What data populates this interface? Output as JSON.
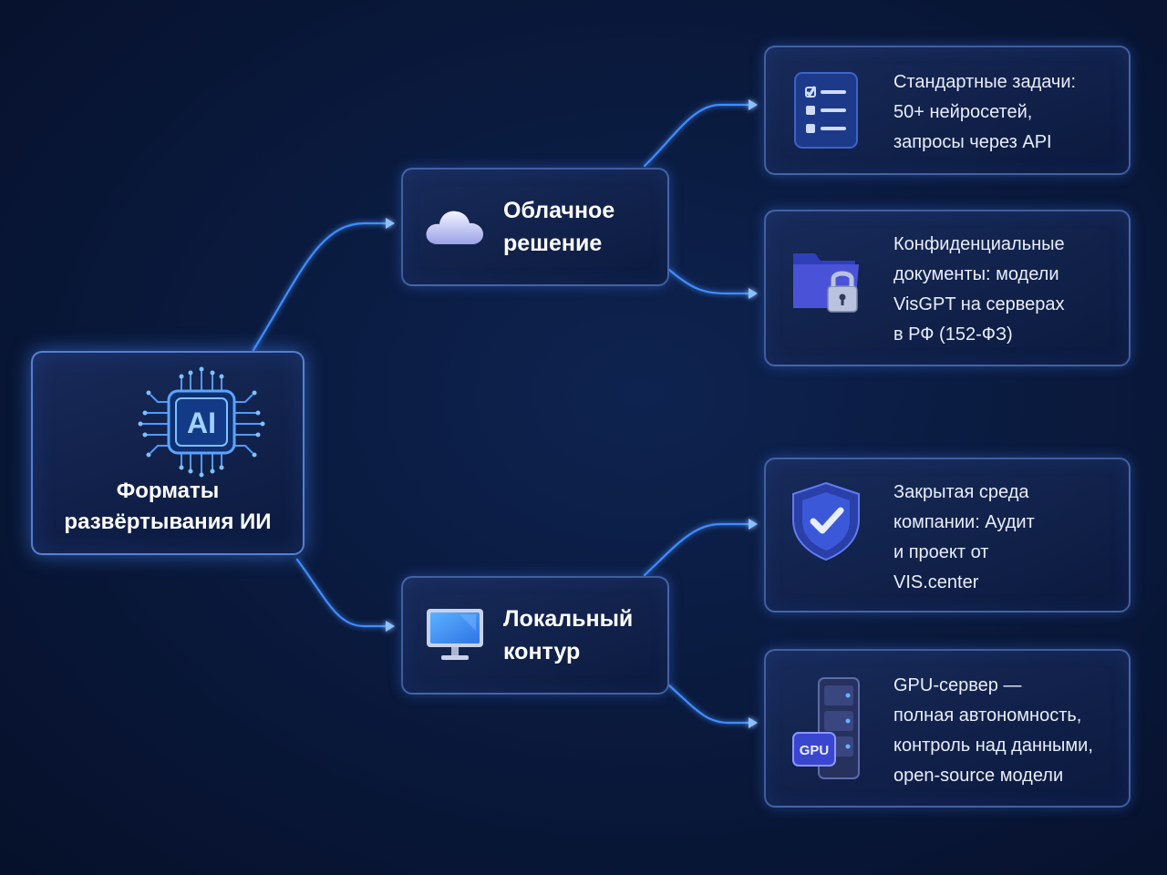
{
  "root": {
    "chip_label": "AI",
    "title_line1": "Форматы",
    "title_line2": "развёртывания ИИ"
  },
  "branches": [
    {
      "title_line1": "Облачное",
      "title_line2": "решение",
      "icon": "cloud-icon",
      "leaves": [
        {
          "icon": "checklist-icon",
          "lines": [
            "Стандартные задачи:",
            "50+ нейросетей,",
            "запросы через API"
          ]
        },
        {
          "icon": "locked-folder-icon",
          "lines": [
            "Конфиденциальные",
            "документы: модели",
            "VisGPT на серверах",
            "в РФ (152-ФЗ)"
          ]
        }
      ]
    },
    {
      "title_line1": "Локальный",
      "title_line2": "контур",
      "icon": "monitor-icon",
      "leaves": [
        {
          "icon": "shield-check-icon",
          "lines": [
            "Закрытая среда",
            "компании: Аудит",
            "и проект от",
            "VIS.center"
          ]
        },
        {
          "icon": "gpu-server-icon",
          "badge": "GPU",
          "lines": [
            "GPU-сервер —",
            "полная автономность,",
            "контроль над данными,",
            "open-source модели"
          ]
        }
      ]
    }
  ],
  "colors": {
    "background": "#0a1a3e",
    "node_border": "#6996eb",
    "connector": "#3c8cff",
    "accent": "#4f7cff"
  }
}
